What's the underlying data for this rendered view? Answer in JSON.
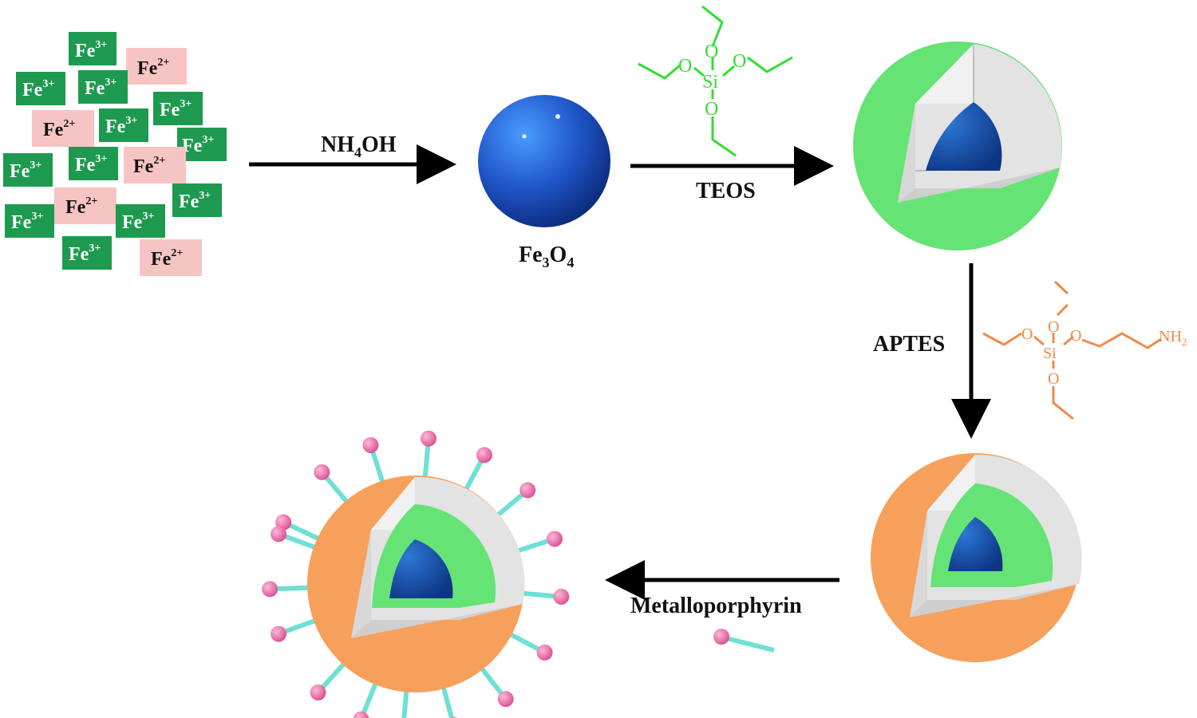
{
  "ions": {
    "fe3": {
      "base": "Fe",
      "charge": "3+"
    },
    "fe2": {
      "base": "Fe",
      "charge": "2+"
    }
  },
  "reagents": {
    "nh4oh": {
      "pre": "NH",
      "sub": "4",
      "post": "OH"
    },
    "teos": "TEOS",
    "aptes": "APTES",
    "metalloporphyrin": "Metalloporphyrin"
  },
  "products": {
    "fe3o4": {
      "a": "Fe",
      "a_sub": "3",
      "b": "O",
      "b_sub": "4"
    }
  },
  "teos_structure": {
    "o": "O",
    "si": "Si"
  },
  "aptes_structure": {
    "o": "O",
    "si": "Si",
    "amine": "NH",
    "amine_sub": "2"
  },
  "colors": {
    "fe3_box": "#1e9a50",
    "fe3_text": "#ffffff",
    "fe2_box": "#f7c4c4",
    "fe2_text": "#111111",
    "core_blue": "#1f55b8",
    "silica_green": "#66e375",
    "amine_orange": "#f7a05c",
    "cut_grey": "#e6e6e6",
    "teos_structure": "#33dd33",
    "aptes_structure": "#f08a4b",
    "stick_cyan": "#6ee0d6",
    "ball_pink": "#ea6fa8",
    "arrow": "#000000"
  }
}
